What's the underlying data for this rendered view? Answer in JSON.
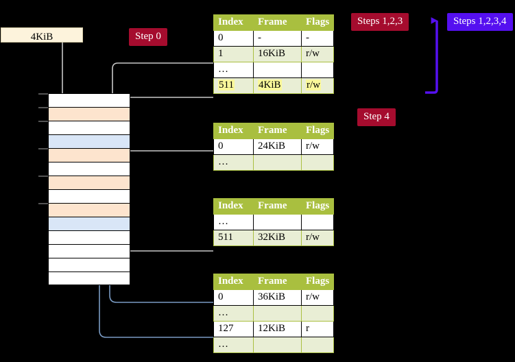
{
  "diagram": {
    "title_badges": [
      {
        "name": "step-0",
        "label": "Step 0",
        "color": "#A50C2E"
      },
      {
        "name": "steps-123",
        "label": "Steps 1,2,3",
        "color": "#A50C2E"
      },
      {
        "name": "steps-1234",
        "label": "Steps 1,2,3,4",
        "color": "#5510F0"
      },
      {
        "name": "step-4",
        "label": "Step 4",
        "color": "#A50C2E"
      }
    ],
    "memory_block": {
      "label": "4KiB",
      "rows": [
        {
          "index": 0,
          "fill": "white"
        },
        {
          "index": 1,
          "fill": "peach"
        },
        {
          "index": 2,
          "fill": "white"
        },
        {
          "index": 3,
          "fill": "blue"
        },
        {
          "index": 4,
          "fill": "peach"
        },
        {
          "index": 5,
          "fill": "white"
        },
        {
          "index": 6,
          "fill": "peach"
        },
        {
          "index": 7,
          "fill": "white"
        },
        {
          "index": 8,
          "fill": "peach"
        },
        {
          "index": 9,
          "fill": "blue"
        },
        {
          "index": 10,
          "fill": "white"
        },
        {
          "index": 11,
          "fill": "white"
        },
        {
          "index": 12,
          "fill": "white"
        },
        {
          "index": 13,
          "fill": "white"
        }
      ],
      "tick_rows": [
        0,
        1,
        2,
        4,
        6,
        8
      ]
    },
    "tables": [
      {
        "name": "page-table-level-1",
        "headers": [
          "Index",
          "Frame",
          "Flags"
        ],
        "rows": [
          {
            "cells": [
              "0",
              "-",
              "-"
            ],
            "alt": false,
            "highlight": false
          },
          {
            "cells": [
              "1",
              "16KiB",
              "r/w"
            ],
            "alt": true,
            "highlight": false
          },
          {
            "cells": [
              "…",
              "",
              ""
            ],
            "alt": false,
            "highlight": false
          },
          {
            "cells": [
              "511",
              "4KiB",
              "r/w"
            ],
            "alt": true,
            "highlight": true
          }
        ]
      },
      {
        "name": "page-table-level-2",
        "headers": [
          "Index",
          "Frame",
          "Flags"
        ],
        "rows": [
          {
            "cells": [
              "0",
              "24KiB",
              "r/w"
            ],
            "alt": false,
            "highlight": false
          },
          {
            "cells": [
              "…",
              "",
              ""
            ],
            "alt": true,
            "highlight": false
          }
        ]
      },
      {
        "name": "page-table-level-3",
        "headers": [
          "Index",
          "Frame",
          "Flags"
        ],
        "rows": [
          {
            "cells": [
              "…",
              "",
              ""
            ],
            "alt": false,
            "highlight": false
          },
          {
            "cells": [
              "511",
              "32KiB",
              "r/w"
            ],
            "alt": true,
            "highlight": false
          }
        ]
      },
      {
        "name": "page-table-level-4",
        "headers": [
          "Index",
          "Frame",
          "Flags"
        ],
        "rows": [
          {
            "cells": [
              "0",
              "36KiB",
              "r/w"
            ],
            "alt": false,
            "highlight": false
          },
          {
            "cells": [
              "…",
              "",
              ""
            ],
            "alt": true,
            "highlight": false
          },
          {
            "cells": [
              "127",
              "12KiB",
              "r"
            ],
            "alt": false,
            "highlight": false
          },
          {
            "cells": [
              "…",
              "",
              ""
            ],
            "alt": true,
            "highlight": false
          }
        ]
      }
    ],
    "colors": {
      "header_green": "#A9BF3F",
      "alt_row": "#E9EED5",
      "highlight_yellow": "#FAF89A",
      "peach_row": "#FDE4CE",
      "blue_row": "#D9E6F7",
      "badge_red": "#A50C2E",
      "badge_blue": "#5510F0",
      "wire_gray": "#B8B8B8",
      "wire_blue": "#7A9BC4",
      "kib_box": "#FDF3DC"
    }
  }
}
